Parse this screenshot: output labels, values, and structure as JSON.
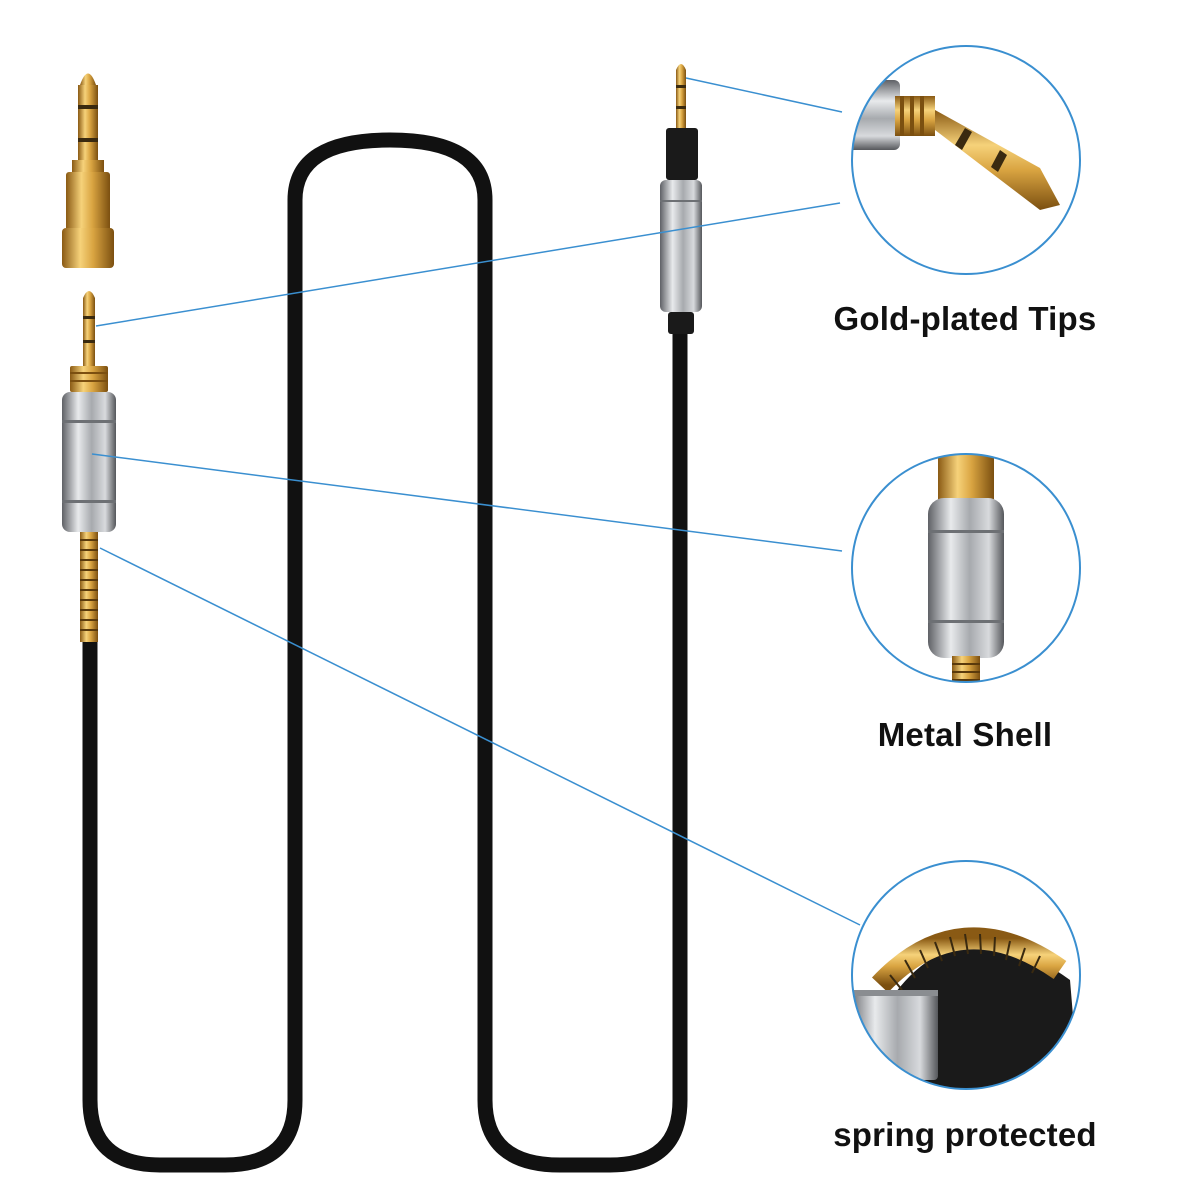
{
  "captions": {
    "gold_plated_tips": "Gold-plated Tips",
    "metal_shell": "Metal Shell",
    "spring_protected": "spring protected"
  },
  "colors": {
    "background": "#ffffff",
    "cable": "#111111",
    "gold": "#c9973a",
    "silver": "#b9bcc0",
    "leader_line": "#3a8fd0",
    "circle_border": "#3a8fd0",
    "caption_text": "#111111"
  },
  "icons": {
    "adapter": "quarter-inch-adapter-icon",
    "plug_small": "3.5mm-plug-icon",
    "zoom_tips": "gold-tip-zoom-icon",
    "zoom_shell": "metal-shell-zoom-icon",
    "zoom_spring": "spring-zoom-icon"
  }
}
